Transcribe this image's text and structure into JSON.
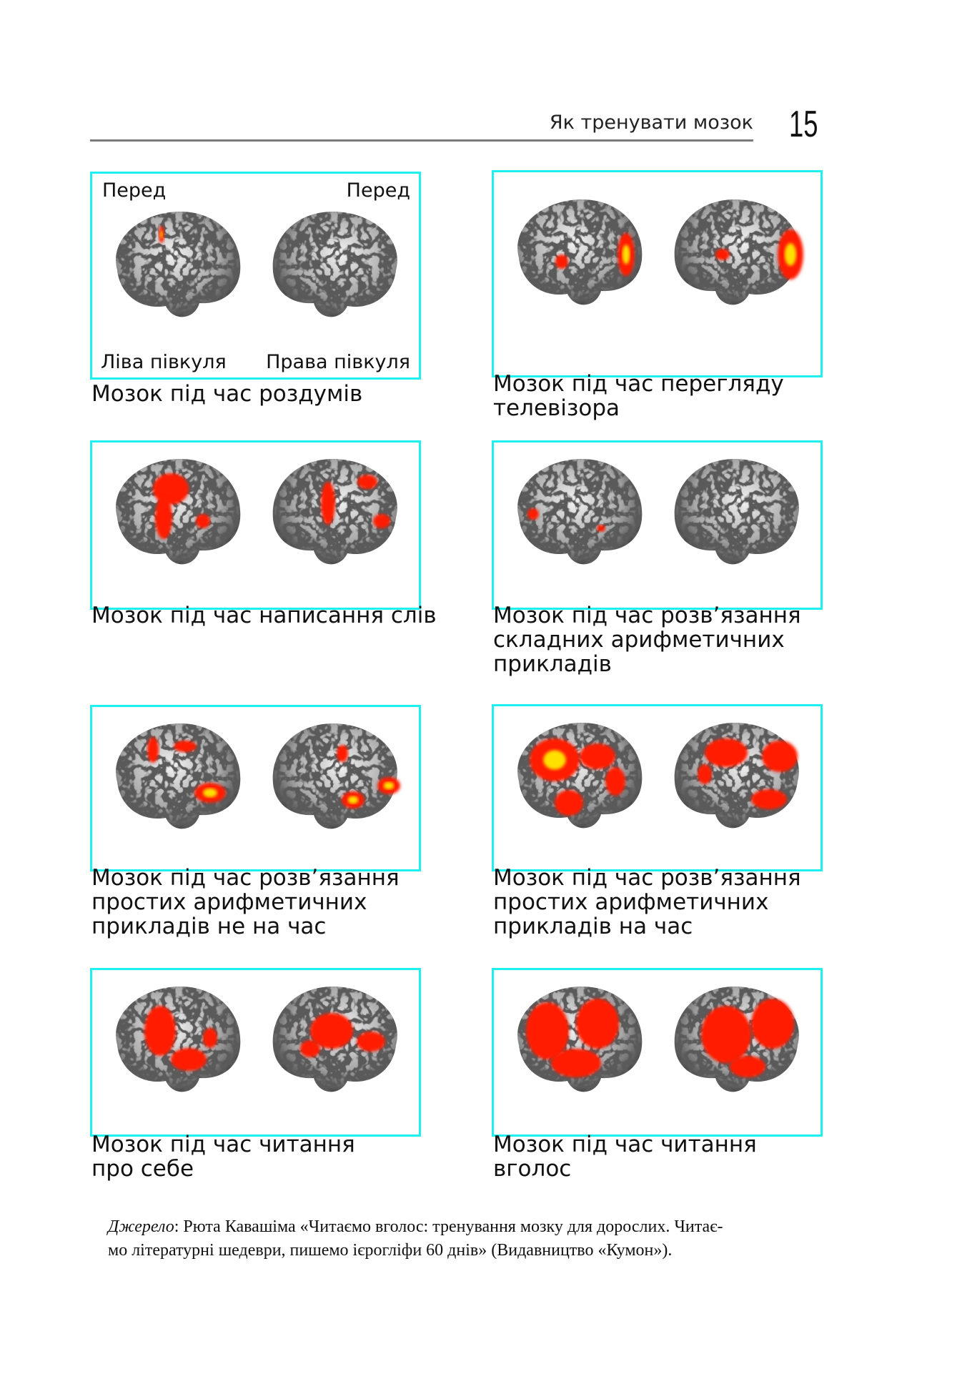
{
  "header": {
    "running_title": "Як тренувати мозок",
    "page_number": "15"
  },
  "panels": [
    {
      "labels": {
        "front_left": "Перед",
        "front_right": "Перед",
        "left_hemisphere": "Ліва півкуля",
        "right_hemisphere": "Права півкуля"
      },
      "caption": [
        "Мозок під час роздумів"
      ]
    },
    {
      "caption": [
        "Мозок під час перегляду",
        "телевізора"
      ]
    },
    {
      "caption": [
        "Мозок під час написання слів"
      ]
    },
    {
      "caption": [
        "Мозок під час розв’язання",
        "складних арифметичних",
        "прикладів"
      ]
    },
    {
      "caption": [
        "Мозок під час розв’язання",
        "простих арифметичних",
        "прикладів не на час"
      ]
    },
    {
      "caption": [
        "Мозок під час розв’язання",
        "простих арифметичних",
        "прикладів на час"
      ]
    },
    {
      "caption": [
        "Мозок під час читання",
        "про себе"
      ]
    },
    {
      "caption": [
        "Мозок під час читання",
        "вголос"
      ]
    }
  ],
  "source": {
    "prefix": "Джерело",
    "line1": ": Рюта Кавашіма «Читаємо вголос: тренування мозку для дорослих. Читає-",
    "line2": "мо літературні шедеври, пишемо ієрогліфи 60 днів» (Видавництво «Кумон»)."
  },
  "colors": {
    "frame": "#1ef0f0",
    "activation": "#ff1a00",
    "activation_hot": "#ffe000"
  }
}
